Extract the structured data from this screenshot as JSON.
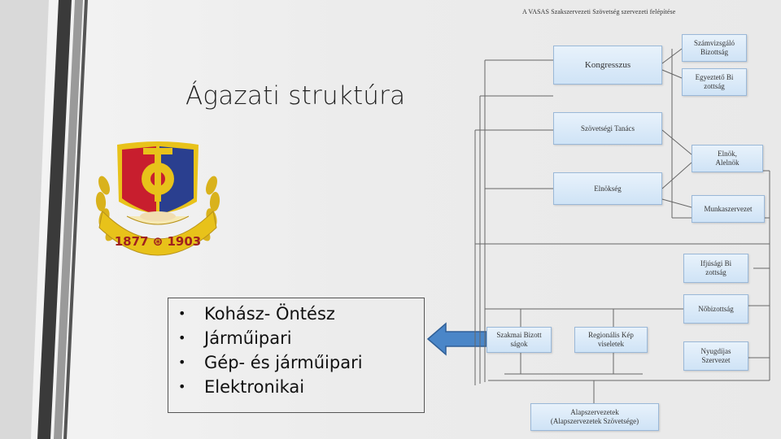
{
  "slide": {
    "title": "Ágazati struktúra",
    "bullets": [
      {
        "label": "Kohász- Öntész"
      },
      {
        "label": "Járműipari"
      },
      {
        "label": "Gép- és járműipari"
      },
      {
        "label": "Elektronikai"
      }
    ]
  },
  "emblem": {
    "years": "1877 ⊛ 1903",
    "colors": {
      "red": "#c81e2e",
      "blue": "#2a3f8f",
      "gold": "#e8c21a"
    }
  },
  "org_chart": {
    "title": "A VASAS Szakszervezeti Szövetség szervezeti felépítése",
    "boxes": {
      "kongresszus": "Kongresszus",
      "szamvizsgalo": [
        "Számvizsgáló",
        "Bizottság"
      ],
      "egyezteto": [
        "Egyeztető Bi",
        "zottság"
      ],
      "szovetsegi_tanacs": "Szövetségi Tanács",
      "elnok": [
        "Elnök,",
        "Alelnök"
      ],
      "elnokseg": "Elnökség",
      "munkaszervezet": "Munkaszervezet",
      "ifjusagi": [
        "Ifjúsági Bi",
        "zottság"
      ],
      "nobizottsag": "Nőbizottság",
      "szakmai": [
        "Szakmai Bizott",
        "ságok"
      ],
      "regionalis": [
        "Regionális Kép",
        "viseletek"
      ],
      "nyugdijas": [
        "Nyugdíjas",
        "Szervezet"
      ],
      "alapszervezetek": [
        "Alapszervezetek",
        "(Alapszervezetek Szövetsége)"
      ]
    }
  },
  "colors": {
    "accent_stripe": "#3a3a3a",
    "box_fill": "#d8e8f7",
    "arrow": "#4a86c8"
  }
}
